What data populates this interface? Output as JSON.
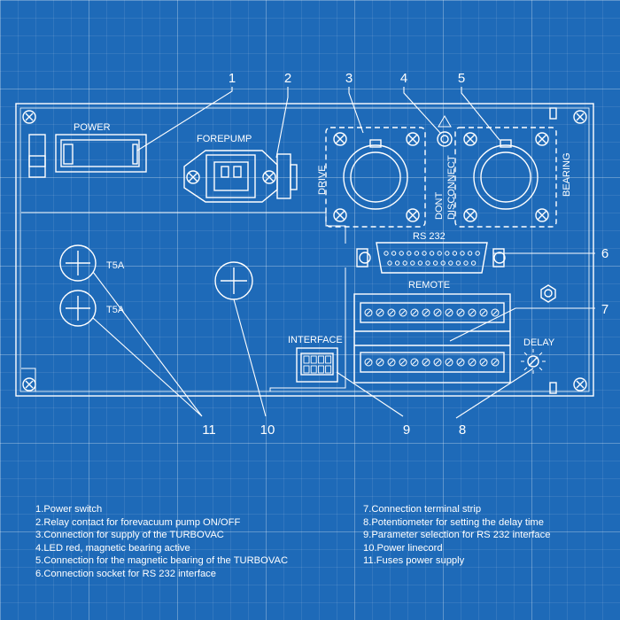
{
  "labels": {
    "power": "POWER",
    "forepump": "FOREPUMP",
    "drive": "DRIVE",
    "dont": "DONT",
    "disconnect": "DISCONNECT",
    "bearing": "BEARING",
    "rs232": "RS 232",
    "remote": "REMOTE",
    "t5a_top": "T5A",
    "t5a_bottom": "T5A",
    "interface": "INTERFACE",
    "delay": "DELAY"
  },
  "callouts": {
    "c1": "1",
    "c2": "2",
    "c3": "3",
    "c4": "4",
    "c5": "5",
    "c6": "6",
    "c7": "7",
    "c8": "8",
    "c9": "9",
    "c10": "10",
    "c11": "11"
  },
  "legend": {
    "left": [
      "1.Power switch",
      "2.Relay contact for forevacuum pump ON/OFF",
      "3.Connection for supply of the TURBOVAC",
      "4.LED red, magnetic bearing active",
      "5.Connection for the magnetic bearing of the TURBOVAC",
      "6.Connection socket for RS 232 interface"
    ],
    "right": [
      "7.Connection terminal strip",
      "8.Potentiometer for setting the delay time",
      "9.Parameter selection for RS 232 interface",
      "10.Power linecord",
      "11.Fuses power supply"
    ]
  },
  "colors": {
    "background": "#1e6ab8",
    "line": "#ffffff"
  }
}
